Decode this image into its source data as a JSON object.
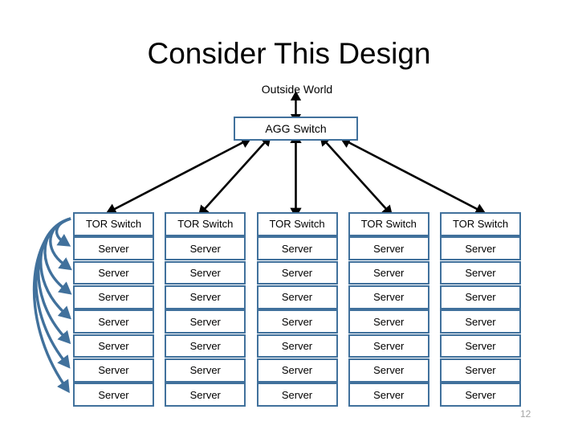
{
  "slide": {
    "title": "Consider This Design",
    "page_number": "12",
    "colors": {
      "box_border": "#41719C",
      "fan_arrow": "#000000",
      "curved_arrow": "#41719C",
      "page_number": "#A6A6A6",
      "background": "#FFFFFF"
    }
  },
  "diagram": {
    "outside_world_label": "Outside World",
    "agg_switch_label": "AGG Switch",
    "tor_switch_label": "TOR Switch",
    "server_label": "Server",
    "servers_per_rack": 7,
    "rack_count": 5,
    "racks": [
      {
        "tor": "TOR Switch",
        "servers": [
          "Server",
          "Server",
          "Server",
          "Server",
          "Server",
          "Server",
          "Server"
        ]
      },
      {
        "tor": "TOR Switch",
        "servers": [
          "Server",
          "Server",
          "Server",
          "Server",
          "Server",
          "Server",
          "Server"
        ]
      },
      {
        "tor": "TOR Switch",
        "servers": [
          "Server",
          "Server",
          "Server",
          "Server",
          "Server",
          "Server",
          "Server"
        ]
      },
      {
        "tor": "TOR Switch",
        "servers": [
          "Server",
          "Server",
          "Server",
          "Server",
          "Server",
          "Server",
          "Server"
        ]
      },
      {
        "tor": "TOR Switch",
        "servers": [
          "Server",
          "Server",
          "Server",
          "Server",
          "Server",
          "Server",
          "Server"
        ]
      }
    ]
  }
}
